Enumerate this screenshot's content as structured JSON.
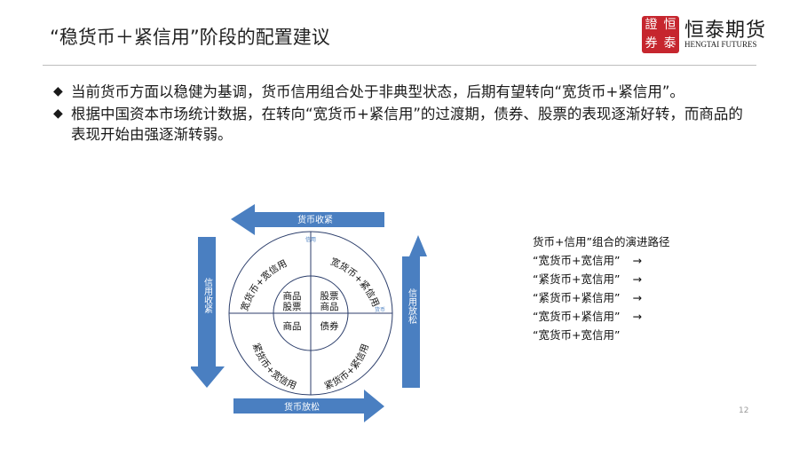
{
  "slide": {
    "title": "“稳货币＋紧信用”阶段的配置建议",
    "page_number": "12"
  },
  "logo": {
    "seal_chars": [
      "證",
      "恒",
      "券",
      "泰"
    ],
    "brand_cn": "恒泰期货",
    "brand_en": "HENGTAI FUTURES"
  },
  "bullets": [
    {
      "marker": "◆",
      "text": "当前货币方面以稳健为基调，货币信用组合处于非典型状态，后期有望转向“宽货币+紧信用”。"
    },
    {
      "marker": "◆",
      "text": "根据中国资本市场统计数据，在转向“宽货币+紧信用”的过渡期，债券、股票的表现逐渐好转，而商品的表现开始由强逐渐转弱。"
    }
  ],
  "diagram": {
    "arrow_top": "货币收紧",
    "arrow_bottom": "货币放松",
    "arrow_left": "信用收紧",
    "arrow_right": "信用放松",
    "axis_top": "信用",
    "axis_right": "货币",
    "ring_top_left": "宽货币+宽信用",
    "ring_top_right": "宽货币+紧信用",
    "ring_bottom_left": "紧货币+宽信用",
    "ring_bottom_right": "紧货币+紧信用",
    "q_top_left": [
      "商品",
      "股票"
    ],
    "q_top_right": [
      "股票",
      "商品"
    ],
    "q_bottom_left": [
      "商品"
    ],
    "q_bottom_right": [
      "债券"
    ]
  },
  "path_panel": {
    "title": "货币+信用”组合的演进路径",
    "steps": [
      {
        "label": "“宽货币+宽信用”",
        "arrow": "→"
      },
      {
        "label": "“紧货币+宽信用”",
        "arrow": "→"
      },
      {
        "label": "“紧货币+紧信用”",
        "arrow": "→"
      },
      {
        "label": "“宽货币+紧信用”",
        "arrow": "→"
      },
      {
        "label": "“宽货币+宽信用”",
        "arrow": ""
      }
    ]
  },
  "colors": {
    "arrow_blue": "#4a7fc1",
    "line_dark": "#2c3e6b",
    "seal_red": "#c6262e"
  }
}
